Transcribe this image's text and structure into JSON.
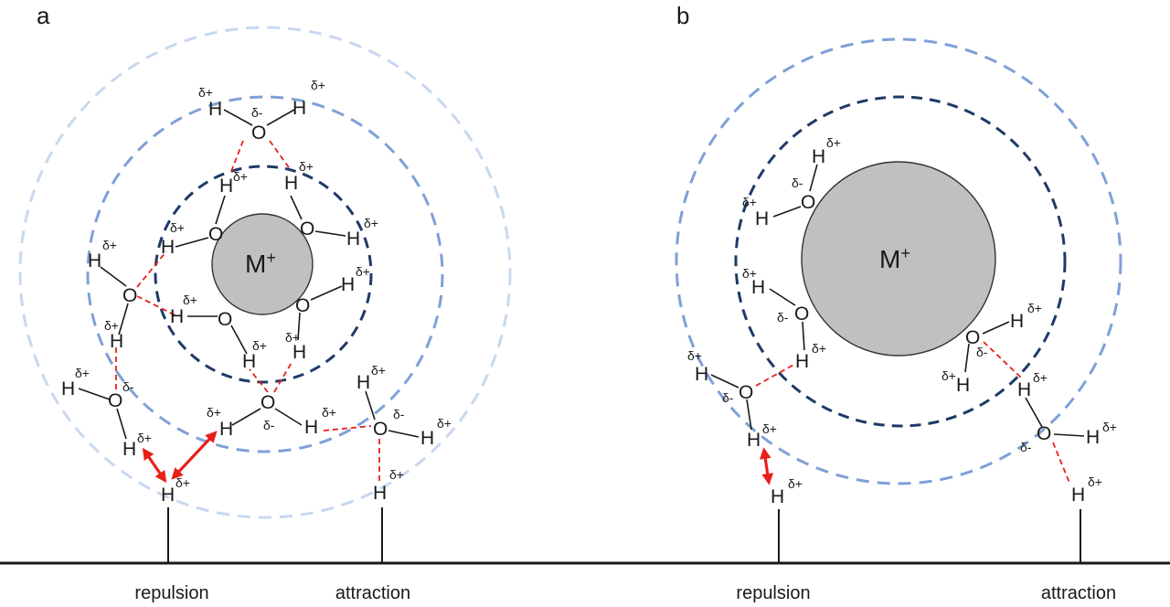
{
  "panels": {
    "a": {
      "label": "a",
      "ion": {
        "symbol": "M",
        "charge": "+"
      },
      "surface_labels": {
        "left": "repulsion",
        "right": "attraction"
      }
    },
    "b": {
      "label": "b",
      "ion": {
        "symbol": "M",
        "charge": "+"
      },
      "surface_labels": {
        "left": "repulsion",
        "right": "attraction"
      }
    }
  },
  "atoms": {
    "hydrogen": "H",
    "oxygen": "O"
  },
  "partial_charges": {
    "positive": "δ+",
    "negative": "δ-"
  },
  "colors": {
    "inner_shell": "#1f3a68",
    "middle_shell": "#7fa0d8",
    "outer_shell": "#c8d8ef",
    "ion_fill": "#c0c0c0",
    "hydrogen_bond": "#e8201a",
    "interaction_arrow": "#e8201a",
    "surface": "#1a1a1a"
  }
}
